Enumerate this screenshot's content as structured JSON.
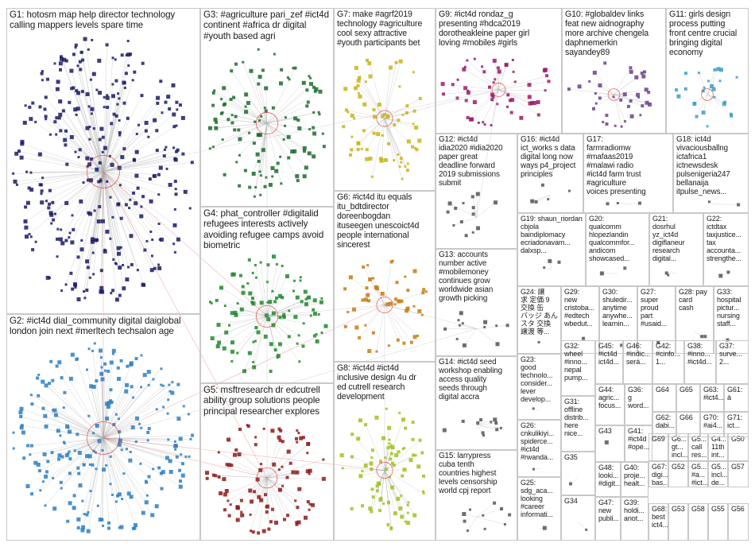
{
  "groups": [
    {
      "id": "G1",
      "text": "G1: hotosm map help director technology\ncalling mappers levels spare time",
      "color": "#1a1a66"
    },
    {
      "id": "G2",
      "text": "G2: #ict4d dial_community digital daiglobal\nlondon join next #merltech techsalon age",
      "color": "#2b7fc2"
    },
    {
      "id": "G3",
      "text": "G3: #agriculture pari_zef #ict4d\ncontinent #africa dr digital\n#youth based agri",
      "color": "#1d6b2e"
    },
    {
      "id": "G4",
      "text": "G4: phat_controller #digitalid\nrefugees interests actively\navoiding refugee camps avoid\nbiometric",
      "color": "#1f8a2b"
    },
    {
      "id": "G5",
      "text": "G5: msftresearch dr edcutrell\nability group solutions people\nprincipal researcher explores",
      "color": "#8c1a1a"
    },
    {
      "id": "G6",
      "text": "G6: #ict4d itu equals\nitu_bdtdirector\ndoreenbogdan\nituseegen unescoict4d\npeople international\nsincerest",
      "color": "#c77a10"
    },
    {
      "id": "G7",
      "text": "G7: make #agrf2019\ntechnology #agriculture\ncool sexy attractive\n#youth participants bet",
      "color": "#c9b417"
    },
    {
      "id": "G8",
      "text": "G8: #ict4d #ict4d\ninclusive design 4u dr\ned cutrell research\ndevelopment",
      "color": "#9fc21f"
    },
    {
      "id": "G9",
      "text": "G9: #ict4d rondaz_g\npresenting #hdca2019\ndorotheakleine paper girl\nloving #mobiles #girls",
      "color": "#9c1a6b"
    },
    {
      "id": "G10",
      "text": "G10: #globaldev links\nfeat new aidnography\nmore archive chengela\ndaphnemerkin\nsayandey89",
      "color": "#6b3f8a"
    },
    {
      "id": "G11",
      "text": "G11: girls design\nprocess putting\nfront centre crucial\nbringing digital\neconomy",
      "color": "#3aa0c8"
    },
    {
      "id": "G12",
      "text": "G12: #ict4d\nidia2020 #idia2020\npaper great\ndeadline forward\n2019 submissions\nsubmit",
      "color": "#555"
    },
    {
      "id": "G13",
      "text": "G13: accounts\nnumber active\n#mobilemoney\ncontinues grow\nworldwide asian\ngrowth picking",
      "color": "#555"
    },
    {
      "id": "G14",
      "text": "G14: #ict4d seed\nworkshop enabling\naccess quality\nseeds through\ndigital accra",
      "color": "#555"
    },
    {
      "id": "G15",
      "text": "G15: larrypress\ncuba tenth\ncountries highest\nlevels censorship\nworld cpj report",
      "color": "#555"
    },
    {
      "id": "G16",
      "text": "G16: #ict4d\nict_works s data\ndigital long now\nways p4_project\nprinciples",
      "color": "#555"
    },
    {
      "id": "G17",
      "text": "G17:\nfarmradiomw\n#mafaas2019\n#malawi radio\n#ict4d farm trust\n#agriculture\nvoices presenting",
      "color": "#555"
    },
    {
      "id": "G18",
      "text": "G18: ict4d\nvivaciousballng\nictafrica1\nictnewsdesk\npulsenigeria247\nbellanaija\nitpulse_news...",
      "color": "#555"
    },
    {
      "id": "G19",
      "text": "G19: shaun_riordan\ncbjola\nbaindiplomacy\necriadonavam...\ndalxsp...",
      "color": "#555"
    },
    {
      "id": "G20",
      "text": "G20:\nqualcomm\nhlopezlandin\nqualcommfor...\nandicom\nshowcased...",
      "color": "#555"
    },
    {
      "id": "G21",
      "text": "G21:\ndosrhul\nyz_ict4d\ndigiflaneur\nresearch\ndigital...",
      "color": "#555"
    },
    {
      "id": "G22",
      "text": "G22:\nictdtax\ntaxjustice...\ntax\naccounta...\nstrengthe...",
      "color": "#555"
    },
    {
      "id": "G23",
      "text": "G23:\ngood\ntechnolo...\nconsider...\nlever\ndevelop...",
      "color": "#555"
    },
    {
      "id": "G24",
      "text": "G24: 譲\n求 定価 9\n交換 缶\nバッジ あん\nスタ 交換\n譲渡 等...",
      "color": "#555"
    },
    {
      "id": "G25",
      "text": "G25:\nsdg_aca...\nlooking\n#career\ninformati...",
      "color": "#555"
    },
    {
      "id": "G26",
      "text": "G26:\ncnkulikiyi...\nspiderce...\n#ict4d\n#rwanda...",
      "color": "#555"
    },
    {
      "id": "G27",
      "text": "G27:\nsuper\nproud\npart\n#usaid...",
      "color": "#555"
    },
    {
      "id": "G28",
      "text": "G28: pay\ncard\ncash",
      "color": "#555"
    },
    {
      "id": "G29",
      "text": "G29:\nnew\ncristoba...\n#edtech\nwbedut...",
      "color": "#555"
    },
    {
      "id": "G30",
      "text": "G30:\nshuledir...\nanytime\nanywhe...\nlearnin...",
      "color": "#555"
    },
    {
      "id": "G31",
      "text": "G31:\noffline\ndistrib...\nhere\nnice...",
      "color": "#555"
    },
    {
      "id": "G32",
      "text": "G32:\nwheel\n#inno...\nnepal\npump...",
      "color": "#555"
    },
    {
      "id": "G33",
      "text": "G33:\nhospital\npictur...\nnursing\nstaff...",
      "color": "#555"
    },
    {
      "id": "G34",
      "text": "G34",
      "color": "#555"
    },
    {
      "id": "G35",
      "text": "G35",
      "color": "#555"
    },
    {
      "id": "G36",
      "text": "G36:\ng\nword...",
      "color": "#555"
    },
    {
      "id": "G37",
      "text": "G37:\nsurve...\n2...",
      "color": "#555"
    },
    {
      "id": "G38",
      "text": "G38:\n#inno...\n#ict4d...",
      "color": "#555"
    },
    {
      "id": "G39",
      "text": "G39:\nholdi...\nanot...",
      "color": "#555"
    },
    {
      "id": "G40",
      "text": "G40:\nproje...\nhealt...",
      "color": "#555"
    },
    {
      "id": "G41",
      "text": "G41:\n#ict4d\n#ope...",
      "color": "#555"
    },
    {
      "id": "G42",
      "text": "G42:\n#cinfo...\n1...",
      "color": "#555"
    },
    {
      "id": "G43",
      "text": "G43",
      "color": "#555"
    },
    {
      "id": "G44",
      "text": "G44:\nagric...\nfocus...",
      "color": "#555"
    },
    {
      "id": "G45",
      "text": "G45:\n#ict4d\nict4d...",
      "color": "#555"
    },
    {
      "id": "G46",
      "text": "G46:\n#indic...\nserá...",
      "color": "#555"
    },
    {
      "id": "G47",
      "text": "G47:\nnew\npubli...",
      "color": "#555"
    },
    {
      "id": "G48",
      "text": "G48:\nlooki...\n#digit...",
      "color": "#555"
    },
    {
      "id": "G49",
      "text": "G4...\n11th\nint...",
      "color": "#555"
    },
    {
      "id": "G50",
      "text": "G50",
      "color": "#555"
    },
    {
      "id": "G51",
      "text": "G5...\ncall\nres...",
      "color": "#555"
    },
    {
      "id": "G52",
      "text": "G52",
      "color": "#555"
    },
    {
      "id": "G53",
      "text": "G53",
      "color": "#555"
    },
    {
      "id": "G54",
      "text": "G5...\n#a...\n#ict...",
      "color": "#555"
    },
    {
      "id": "G55",
      "text": "G55",
      "color": "#555"
    },
    {
      "id": "G56",
      "text": "G56",
      "color": "#555"
    },
    {
      "id": "G57",
      "text": "G57",
      "color": "#555"
    },
    {
      "id": "G58",
      "text": "G58",
      "color": "#555"
    },
    {
      "id": "G59",
      "text": "G5...\nincl...\nde...",
      "color": "#555"
    },
    {
      "id": "G60",
      "text": "G6...\ngt...\nincl...",
      "color": "#555"
    },
    {
      "id": "G61",
      "text": "G61:\nà",
      "color": "#555"
    },
    {
      "id": "G62",
      "text": "G62:\ndabi...",
      "color": "#555"
    },
    {
      "id": "G63",
      "text": "G63:\n#ict4...",
      "color": "#555"
    },
    {
      "id": "G64",
      "text": "G64",
      "color": "#555"
    },
    {
      "id": "G65",
      "text": "G65",
      "color": "#555"
    },
    {
      "id": "G66",
      "text": "G66",
      "color": "#555"
    },
    {
      "id": "G67",
      "text": "G67:\ndigi...\nbas...",
      "color": "#555"
    },
    {
      "id": "G68",
      "text": "G68:\nbest\nict4...",
      "color": "#555"
    },
    {
      "id": "G69",
      "text": "G69",
      "color": "#555"
    },
    {
      "id": "G70",
      "text": "G70:\n#ai4...",
      "color": "#555"
    },
    {
      "id": "G71",
      "text": "G71:\nict...",
      "color": "#555"
    }
  ],
  "edge_color": "#b0b0b0",
  "highlight_edge_color": "#e02020"
}
